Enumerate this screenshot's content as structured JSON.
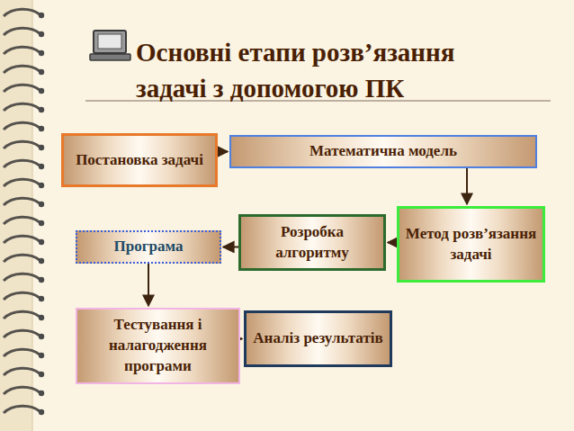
{
  "diagram": {
    "title": "Основні етапи розв’язання задачі з допомогою ПК",
    "nodes": [
      {
        "text": [
          "Постановка задачі"
        ]
      },
      {
        "text": [
          "Математична модель"
        ]
      },
      {
        "text": [
          "Метод розв’язання задачі"
        ]
      },
      {
        "text": [
          "Розробка алгоритму"
        ]
      },
      {
        "text": [
          "Програма"
        ]
      },
      {
        "text": [
          "Тестування і налагодження програми"
        ]
      },
      {
        "text": [
          "Аналіз результатів"
        ]
      }
    ],
    "edges": [
      {
        "from": 0,
        "to": 1,
        "arrow": "to"
      },
      {
        "from": 1,
        "to": 2,
        "arrow": "to"
      },
      {
        "from": 2,
        "to": 3,
        "arrow": "to"
      },
      {
        "from": 3,
        "to": 4,
        "arrow": "to"
      },
      {
        "from": 4,
        "to": 5,
        "arrow": "to"
      },
      {
        "from": 5,
        "to": 6,
        "arrow": "to"
      }
    ]
  }
}
